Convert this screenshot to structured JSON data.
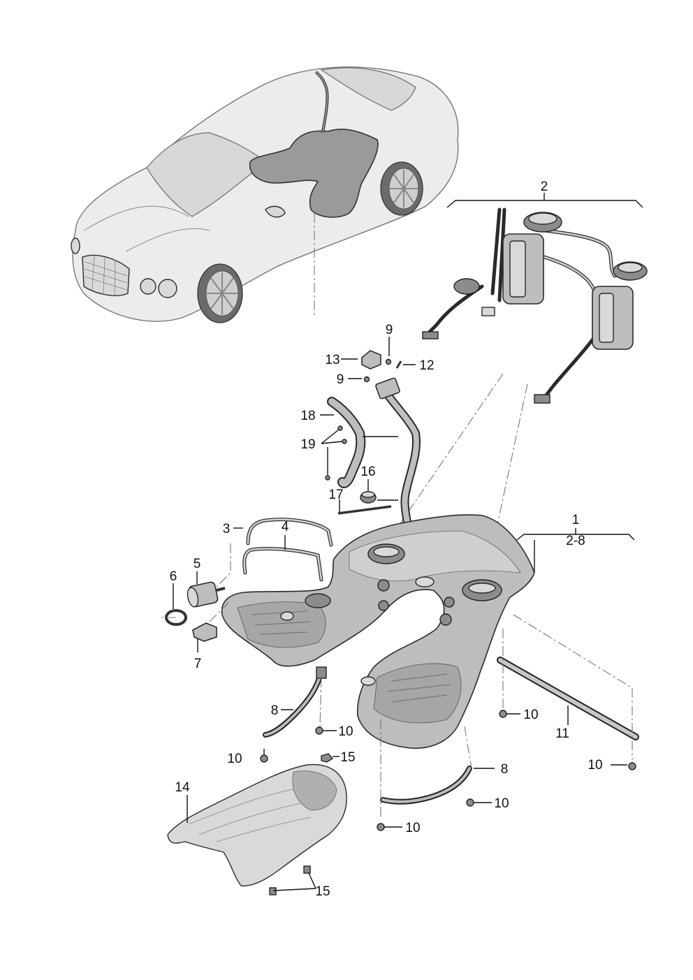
{
  "labels": {
    "c1": "1",
    "c1_range": "2-8",
    "c2": "2",
    "c3": "3",
    "c4": "4",
    "c5": "5",
    "c6": "6",
    "c7": "7",
    "c8a": "8",
    "c8b": "8",
    "c9a": "9",
    "c9b": "9",
    "c10a": "10",
    "c10b": "10",
    "c10c": "10",
    "c10d": "10",
    "c10e": "10",
    "c10f": "10",
    "c11": "11",
    "c12": "12",
    "c13": "13",
    "c14": "14",
    "c15a": "15",
    "c15b": "15",
    "c16": "16",
    "c17": "17",
    "c18": "18",
    "c19": "19"
  }
}
